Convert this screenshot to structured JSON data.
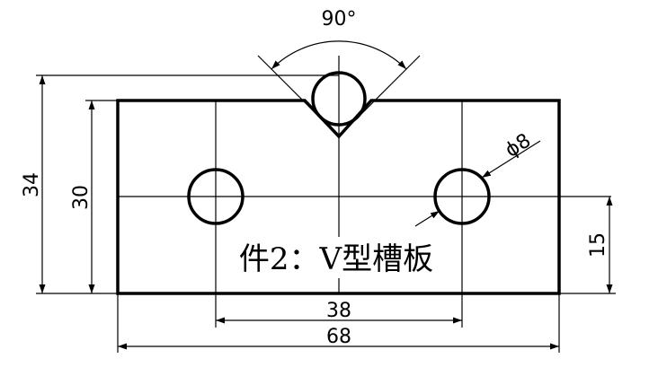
{
  "drawing": {
    "title": "件2：V型槽板",
    "dimensions": {
      "angle": "90°",
      "overall_height": "34",
      "plate_height": "30",
      "hole_diameter": "ϕ8",
      "hole_center_height": "15",
      "hole_spacing": "38",
      "overall_width": "68"
    }
  }
}
